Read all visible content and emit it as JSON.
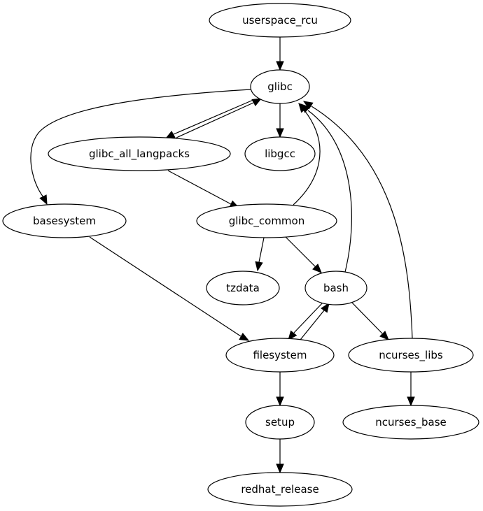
{
  "graph": {
    "type": "directed-dependency-graph",
    "nodes": [
      {
        "id": "userspace_rcu",
        "label": "userspace_rcu"
      },
      {
        "id": "glibc",
        "label": "glibc"
      },
      {
        "id": "glibc_all_langpacks",
        "label": "glibc_all_langpacks"
      },
      {
        "id": "libgcc",
        "label": "libgcc"
      },
      {
        "id": "basesystem",
        "label": "basesystem"
      },
      {
        "id": "glibc_common",
        "label": "glibc_common"
      },
      {
        "id": "tzdata",
        "label": "tzdata"
      },
      {
        "id": "bash",
        "label": "bash"
      },
      {
        "id": "filesystem",
        "label": "filesystem"
      },
      {
        "id": "ncurses_libs",
        "label": "ncurses_libs"
      },
      {
        "id": "setup",
        "label": "setup"
      },
      {
        "id": "ncurses_base",
        "label": "ncurses_base"
      },
      {
        "id": "redhat_release",
        "label": "redhat_release"
      }
    ],
    "edges": [
      {
        "from": "userspace_rcu",
        "to": "glibc"
      },
      {
        "from": "glibc",
        "to": "glibc_all_langpacks"
      },
      {
        "from": "glibc_all_langpacks",
        "to": "glibc"
      },
      {
        "from": "glibc",
        "to": "libgcc"
      },
      {
        "from": "glibc",
        "to": "basesystem"
      },
      {
        "from": "glibc_all_langpacks",
        "to": "glibc_common"
      },
      {
        "from": "glibc_common",
        "to": "glibc"
      },
      {
        "from": "glibc_common",
        "to": "tzdata"
      },
      {
        "from": "glibc_common",
        "to": "bash"
      },
      {
        "from": "bash",
        "to": "glibc"
      },
      {
        "from": "ncurses_libs",
        "to": "glibc"
      },
      {
        "from": "basesystem",
        "to": "filesystem"
      },
      {
        "from": "bash",
        "to": "filesystem"
      },
      {
        "from": "filesystem",
        "to": "bash"
      },
      {
        "from": "bash",
        "to": "ncurses_libs"
      },
      {
        "from": "filesystem",
        "to": "setup"
      },
      {
        "from": "ncurses_libs",
        "to": "ncurses_base"
      },
      {
        "from": "setup",
        "to": "redhat_release"
      }
    ]
  }
}
